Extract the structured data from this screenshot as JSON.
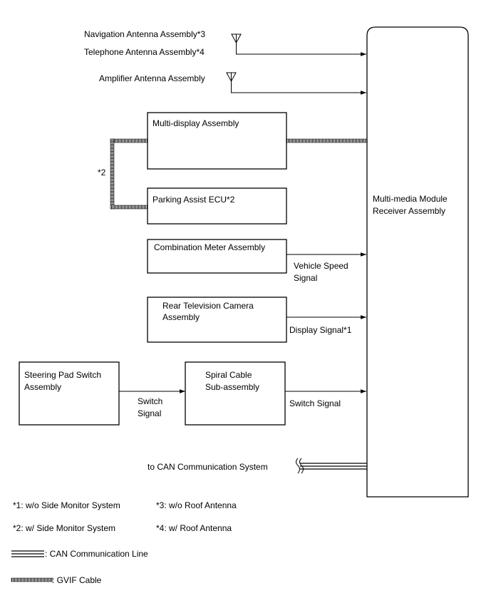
{
  "antennas": {
    "navigation": "Navigation Antenna Assembly*3",
    "telephone": "Telephone Antenna Assembly*4",
    "amplifier": "Amplifier Antenna Assembly"
  },
  "components": {
    "receiver_line1": "Multi-media Module",
    "receiver_line2": "Receiver Assembly",
    "multi_display": "Multi-display Assembly",
    "parking_assist": "Parking Assist ECU*2",
    "combination_meter": "Combination Meter Assembly",
    "rear_camera_line1": "Rear Television Camera",
    "rear_camera_line2": "Assembly",
    "steering_pad_line1": "Steering Pad Switch",
    "steering_pad_line2": "Assembly",
    "spiral_cable_line1": "Spiral Cable",
    "spiral_cable_line2": "Sub-assembly"
  },
  "signals": {
    "vehicle_speed_line1": "Vehicle Speed",
    "vehicle_speed_line2": "Signal",
    "display_signal": "Display Signal*1",
    "switch_signal_left_line1": "Switch",
    "switch_signal_left_line2": "Signal",
    "switch_signal_right": "Switch Signal",
    "gvif_note": "*2",
    "can_system": "to CAN Communication System"
  },
  "notes": {
    "n1": "*1: w/o Side Monitor System",
    "n2": "*2: w/ Side Monitor System",
    "n3": "*3: w/o Roof Antenna",
    "n4": "*4: w/ Roof Antenna"
  },
  "legend": {
    "can_line": ": CAN Communication Line",
    "gvif_cable": ": GVIF Cable"
  }
}
